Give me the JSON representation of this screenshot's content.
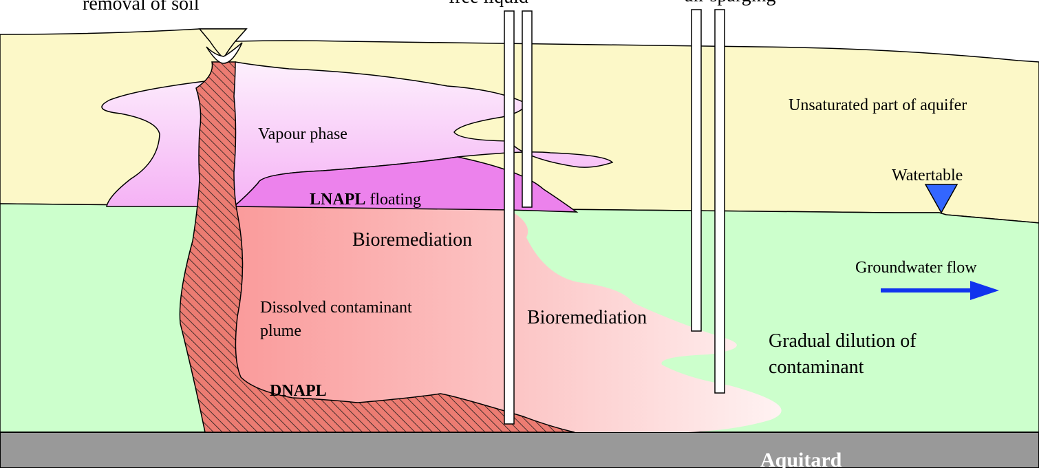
{
  "labels": {
    "removal_of_soil": "removal of soil",
    "free_liquid": "free liquid",
    "air_sparging": "air sparging",
    "unsaturated_zone": "Unsaturated part of aquifer",
    "watertable": "Watertable",
    "vapour_phase": "Vapour phase",
    "lnapl_bold": "LNAPL",
    "lnapl_rest": " floating",
    "bioremediation_1": "Bioremediation",
    "bioremediation_2": "Bioremediation",
    "groundwater_flow": "Groundwater flow",
    "dissolved_line1": "Dissolved contaminant",
    "dissolved_line2": "plume",
    "gradual_line1": "Gradual dilution of",
    "gradual_line2": "contaminant",
    "dnapl": "DNAPL",
    "aquitard": "Aquitard"
  },
  "colors": {
    "unsaturated_zone": "#fcf8c8",
    "saturated_zone": "#ccffcc",
    "aquitard": "#999999",
    "vapour_light": "#fdf0fd",
    "vapour_dark": "#f5b2f5",
    "lnapl": "#ec82ec",
    "plume_strong": "#fa9a9a",
    "plume_faint": "#fff4f4",
    "dnapl_fill": "#ec7c72",
    "flow_arrow": "#1133ee",
    "watertable_marker": "#3366ff"
  },
  "icons": {
    "watertable": "inverted-triangle-icon",
    "groundwater_flow": "right-arrow-icon"
  }
}
